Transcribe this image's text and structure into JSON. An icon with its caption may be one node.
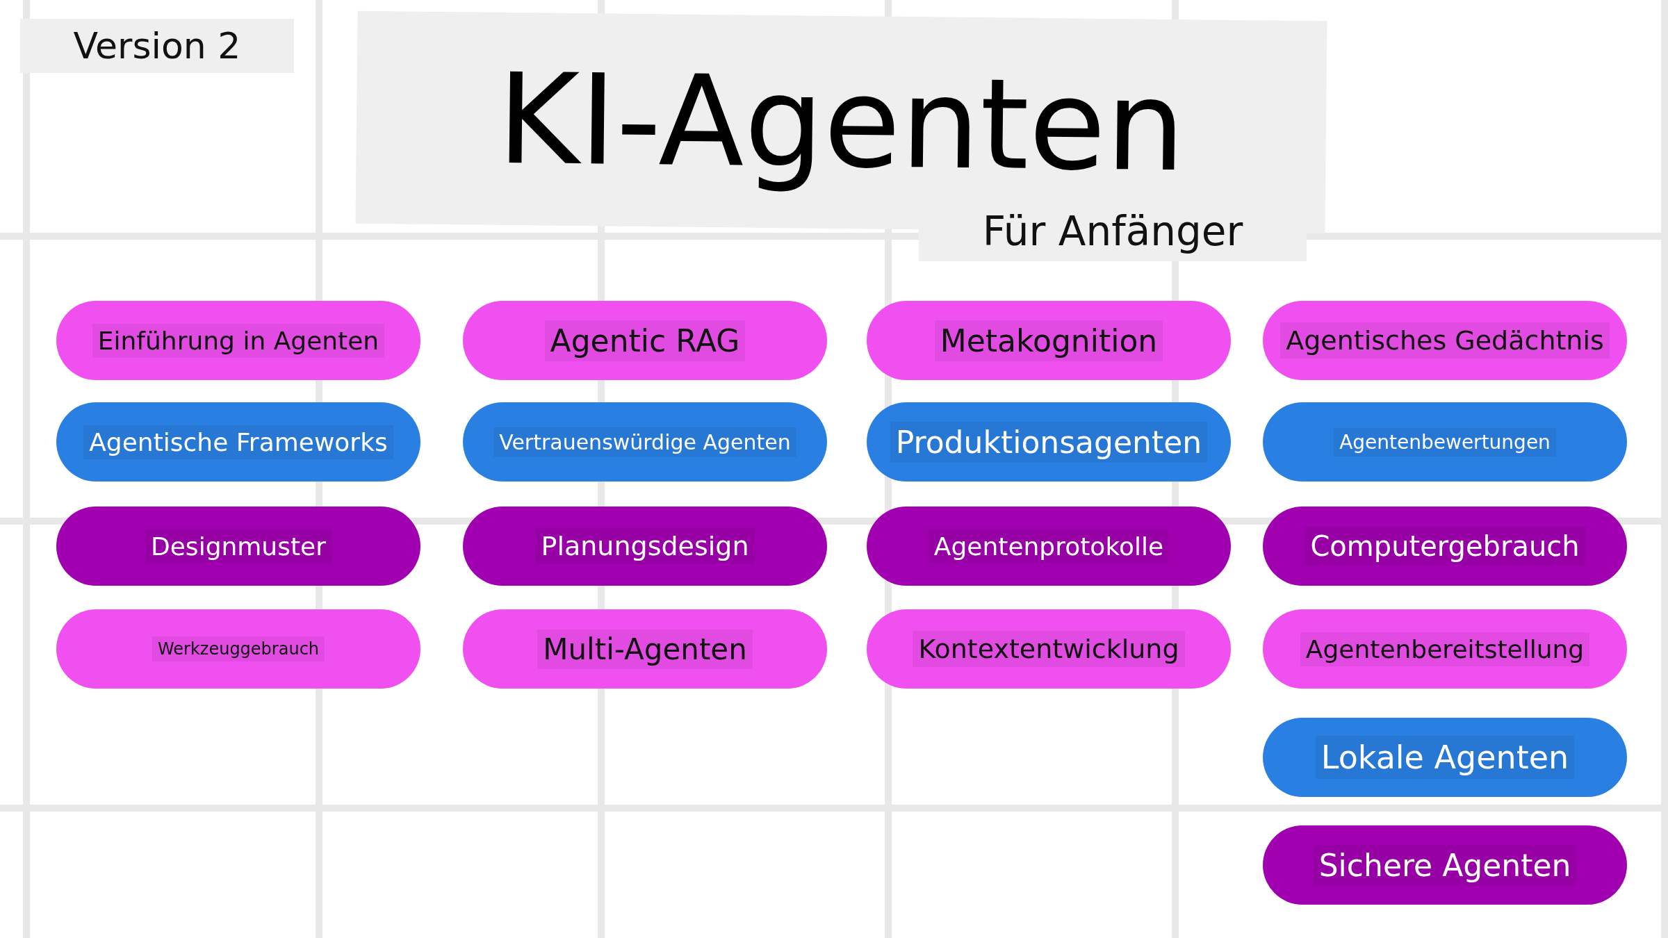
{
  "diagram": {
    "title": "KI-Agenten",
    "nodes": [
      {
        "text": [
          "Einführung in Agenten"
        ]
      },
      {
        "text": [
          "Agentic RAG"
        ]
      },
      {
        "text": [
          "Metakognition"
        ]
      },
      {
        "text": [
          "Agentisches Gedächtnis"
        ]
      },
      {
        "text": [
          "Agentische Frameworks"
        ]
      },
      {
        "text": [
          "Vertrauenswürdige Agenten"
        ]
      },
      {
        "text": [
          "Produktionsagenten"
        ]
      },
      {
        "text": [
          "Agentenbewertungen"
        ]
      },
      {
        "text": [
          "Designmuster"
        ]
      },
      {
        "text": [
          "Planungsdesign"
        ]
      },
      {
        "text": [
          "Agentenprotokolle"
        ]
      },
      {
        "text": [
          "Computergebrauch"
        ]
      },
      {
        "text": [
          "Werkzeuggebrauch"
        ]
      },
      {
        "text": [
          "Multi-Agenten"
        ]
      },
      {
        "text": [
          "Kontextentwicklung"
        ]
      },
      {
        "text": [
          "Agentenbereitstellung"
        ]
      },
      {
        "text": [
          "Lokale Agenten"
        ]
      },
      {
        "text": [
          "Sichere Agenten"
        ]
      }
    ],
    "edges": [],
    "labels": [
      "Version 2",
      "Für Anfänger"
    ]
  }
}
